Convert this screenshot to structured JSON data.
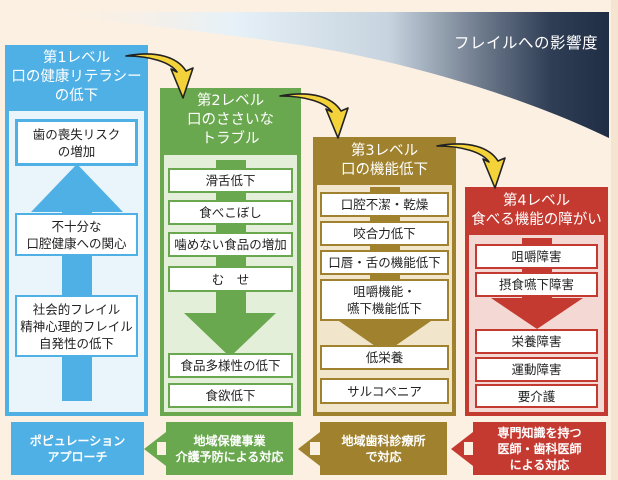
{
  "impact_label": "フレイルへの影響度",
  "colors": {
    "background": "#fcf0e2",
    "level1": "#4fb0e6",
    "level2": "#6aa84f",
    "level3": "#a0812d",
    "level4": "#c53a30",
    "impact_dark": "#1f2d45",
    "arrow_yellow": "#f4d23a"
  },
  "levels": [
    {
      "title": [
        "第1レベル",
        "口の健康リテラシー",
        "の低下"
      ],
      "items": [
        "歯の喪失リスク\nの増加",
        "不十分な\n口腔健康への関心",
        "社会的フレイル\n精神心理的フレイル\n自発性の低下"
      ],
      "arrow_direction": "up"
    },
    {
      "title": [
        "第2レベル",
        "口のささいな",
        "トラブル"
      ],
      "items": [
        "滑舌低下",
        "食べこぼし",
        "噛めない食品の増加",
        "む　せ",
        "食品多様性の低下",
        "食欲低下"
      ],
      "arrow_direction": "down"
    },
    {
      "title": [
        "第3レベル",
        "口の機能低下"
      ],
      "items": [
        "口腔不潔・乾燥",
        "咬合力低下",
        "口唇・舌の機能低下",
        "咀嚼機能・\n嚥下機能低下",
        "低栄養",
        "サルコペニア"
      ],
      "arrow_direction": "down"
    },
    {
      "title": [
        "第4レベル",
        "食べる機能の障がい"
      ],
      "items": [
        "咀嚼障害",
        "摂食嚥下障害",
        "栄養障害",
        "運動障害",
        "要介護"
      ],
      "arrow_direction": "down"
    }
  ],
  "responses": [
    "ポピュレーション\nアプローチ",
    "地域保健事業\n介護予防による対応",
    "地域歯科診療所\nで対応",
    "専門知識を持つ\n医師・歯科医師\nによる対応"
  ]
}
